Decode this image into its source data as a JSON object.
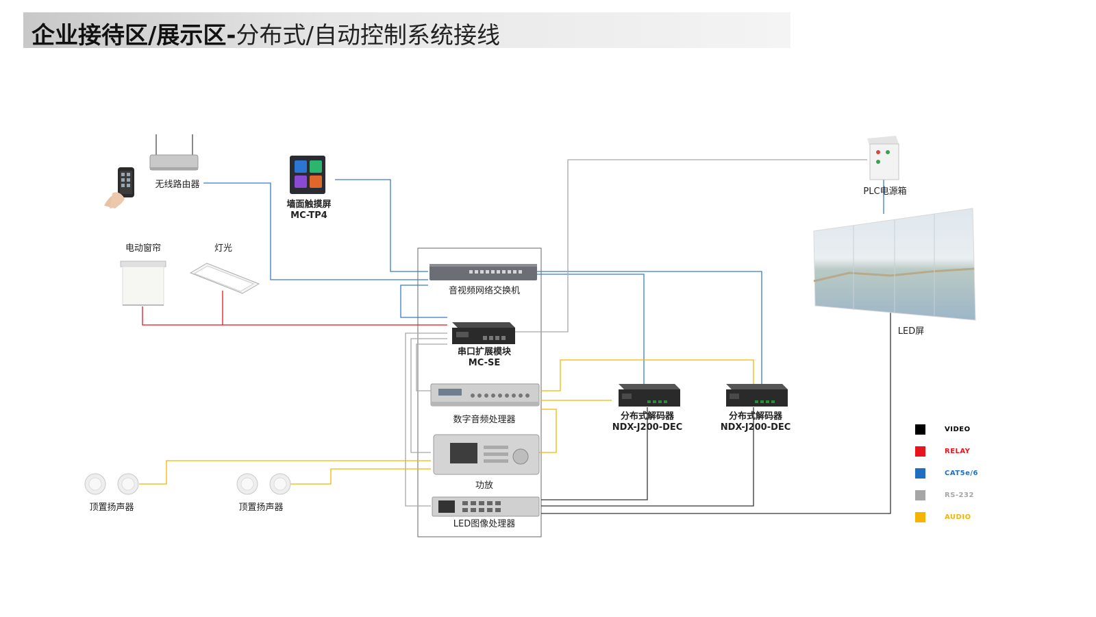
{
  "title": {
    "main": "企业接待区/展示区",
    "dash": "-",
    "sub": "分布式/自动控制系统接线"
  },
  "devices": {
    "router": "无线路由器",
    "touch_screen_name": "墙面触摸屏",
    "touch_screen_model": "MC-TP4",
    "curtain": "电动窗帘",
    "light": "灯光",
    "switch": "音视频网络交换机",
    "serial_module_name": "串口扩展模块",
    "serial_module_model": "MC-SE",
    "audio_processor": "数字音频处理器",
    "amplifier": "功放",
    "led_processor": "LED图像处理器",
    "decoder1_name": "分布式解码器",
    "decoder1_model": "NDX-J200-DEC",
    "decoder2_name": "分布式解码器",
    "decoder2_model": "NDX-J200-DEC",
    "speaker1": "顶置扬声器",
    "speaker2": "顶置扬声器",
    "plc_box": "PLC电源箱",
    "led_screen": "LED屏"
  },
  "legend": [
    {
      "label": "VIDEO",
      "color": "#000000"
    },
    {
      "label": "RELAY",
      "color": "#e8141c"
    },
    {
      "label": "CAT5e/6",
      "color": "#1f6fbf"
    },
    {
      "label": "RS-232",
      "color": "#a6a6a6"
    },
    {
      "label": "AUDIO",
      "color": "#f5b400"
    }
  ],
  "colors": {
    "video": "#000000",
    "relay": "#e8141c",
    "cat": "#3a78c9",
    "rs232": "#a6a6a6",
    "audio": "#f2b600"
  }
}
